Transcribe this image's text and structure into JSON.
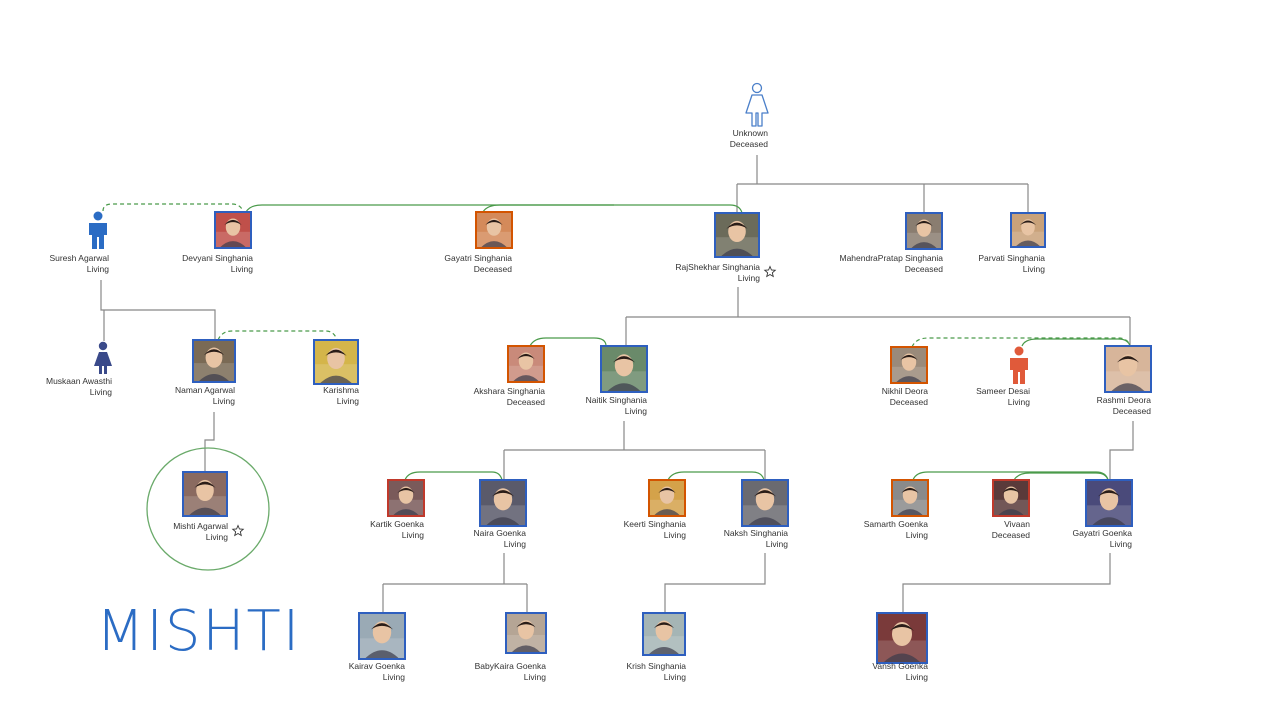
{
  "title": "MISHTI",
  "colors": {
    "accent": "#2b6cc4",
    "photo_border_blue": "#2e5fbf",
    "photo_border_red": "#c0392b",
    "photo_border_orange": "#d35400",
    "male": "#2b6cc4",
    "female_dark": "#3a4a8a",
    "female_outline": "#4a7fc9",
    "alt_male": "#e05a3a",
    "line": "#888888",
    "partner_line": "#4a9a4a",
    "highlight_circle": "#6aaa6a"
  },
  "people": [
    {
      "id": "unknown",
      "name": "Unknown",
      "status": "Deceased",
      "icon": "female-outline-icon"
    },
    {
      "id": "suresh",
      "name": "Suresh Agarwal",
      "status": "Living",
      "icon": "male-icon"
    },
    {
      "id": "devyani",
      "name": "Devyani Singhania",
      "status": "Living",
      "icon": "photo"
    },
    {
      "id": "gayatri_s",
      "name": "Gayatri Singhania",
      "status": "Deceased",
      "icon": "photo"
    },
    {
      "id": "rajshekhar",
      "name": "RajShekhar Singhania",
      "status": "Living",
      "icon": "photo",
      "star": true
    },
    {
      "id": "mahendra",
      "name": "MahendraPratap Singhania",
      "status": "Deceased",
      "icon": "photo"
    },
    {
      "id": "parvati",
      "name": "Parvati Singhania",
      "status": "Living",
      "icon": "photo"
    },
    {
      "id": "muskaan",
      "name": "Muskaan Awasthi",
      "status": "Living",
      "icon": "female-icon"
    },
    {
      "id": "naman",
      "name": "Naman Agarwal",
      "status": "Living",
      "icon": "photo"
    },
    {
      "id": "karishma",
      "name": "Karishma",
      "status": "Living",
      "icon": "photo"
    },
    {
      "id": "akshara",
      "name": "Akshara Singhania",
      "status": "Deceased",
      "icon": "photo"
    },
    {
      "id": "naitik",
      "name": "Naitik Singhania",
      "status": "Living",
      "icon": "photo"
    },
    {
      "id": "nikhil",
      "name": "Nikhil Deora",
      "status": "Deceased",
      "icon": "photo"
    },
    {
      "id": "sameer",
      "name": "Sameer Desai",
      "status": "Living",
      "icon": "male-alt-icon"
    },
    {
      "id": "rashmi",
      "name": "Rashmi Deora",
      "status": "Deceased",
      "icon": "photo"
    },
    {
      "id": "mishti",
      "name": "Mishti Agarwal",
      "status": "Living",
      "icon": "photo",
      "star": true
    },
    {
      "id": "kartik",
      "name": "Kartik Goenka",
      "status": "Living",
      "icon": "photo"
    },
    {
      "id": "naira",
      "name": "Naira Goenka",
      "status": "Living",
      "icon": "photo"
    },
    {
      "id": "keerti",
      "name": "Keerti Singhania",
      "status": "Living",
      "icon": "photo"
    },
    {
      "id": "naksh",
      "name": "Naksh Singhania",
      "status": "Living",
      "icon": "photo"
    },
    {
      "id": "samarth",
      "name": "Samarth Goenka",
      "status": "Living",
      "icon": "photo"
    },
    {
      "id": "vivaan",
      "name": "Vivaan",
      "status": "Deceased",
      "icon": "photo"
    },
    {
      "id": "gayatri_g",
      "name": "Gayatri Goenka",
      "status": "Living",
      "icon": "photo"
    },
    {
      "id": "kairav",
      "name": "Kairav Goenka",
      "status": "Living",
      "icon": "photo"
    },
    {
      "id": "babykaira",
      "name": "BabyKaira Goenka",
      "status": "Living",
      "icon": "photo"
    },
    {
      "id": "krish",
      "name": "Krish Singhania",
      "status": "Living",
      "icon": "photo"
    },
    {
      "id": "vansh",
      "name": "Vansh Goenka",
      "status": "Living",
      "icon": "photo"
    }
  ]
}
